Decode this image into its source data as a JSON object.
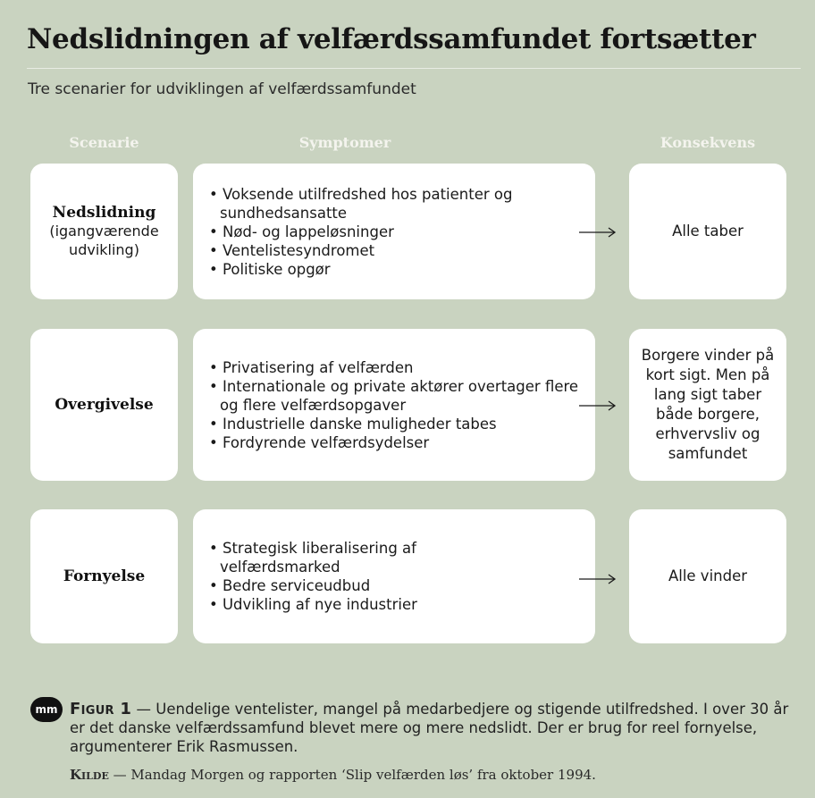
{
  "title": "Nedslidningen af velfærdssamfundet fortsætter",
  "subtitle": "Tre scenarier for udviklingen af velfærdssamfundet",
  "columns": {
    "scenario": "Scenarie",
    "symptoms": "Symptomer",
    "consequence": "Konsekvens"
  },
  "rows": [
    {
      "scenario": "Nedslidning",
      "note_line1": "(igangværende",
      "note_line2": "udvikling)",
      "symptoms": [
        "Voksende utilfredshed hos patienter og sundhedsansatte",
        "Nød- og lappeløsninger",
        "Ventelistesyndromet",
        "Politiske opgør"
      ],
      "consequence": "Alle taber"
    },
    {
      "scenario": "Overgivelse",
      "symptoms": [
        "Privatisering af velfærden",
        "Internationale og private aktører overtager flere og flere velfærdsopgaver",
        "Industrielle danske muligheder tabes",
        "Fordyrende velfærdsydelser"
      ],
      "consequence": "Borgere vinder på kort sigt. Men på lang sigt taber både borgere, erhvervsliv og samfundet"
    },
    {
      "scenario": "Fornyelse",
      "symptoms": [
        "Strategisk liberalisering af velfærdsmarked",
        "Bedre serviceudbud",
        "Udvikling af nye industrier"
      ],
      "consequence": "Alle vinder"
    }
  ],
  "footer": {
    "logo": "mm",
    "figure_label": "Figur 1",
    "caption": "Uendelige ventelister, mangel på medarbedjere og stigende utilfredshed. I over 30 år er det danske velfærdssamfund blevet mere og mere nedslidt. Der er brug for reel fornyelse, argumenterer Erik Rasmussen.",
    "source_label": "Kilde",
    "source": "Mandag Morgen og rapporten ‘Slip velfærden løs’ fra oktober 1994."
  }
}
